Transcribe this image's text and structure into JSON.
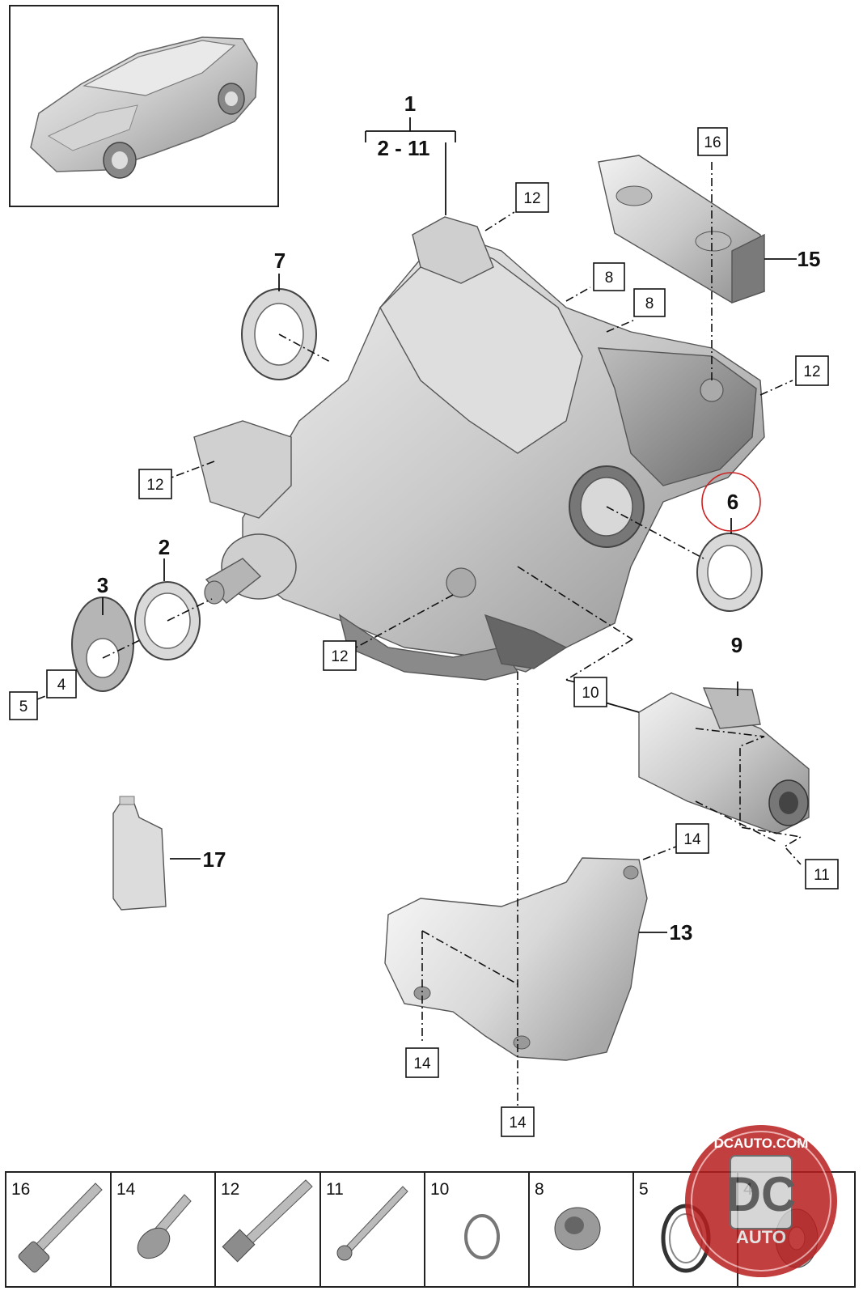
{
  "diagram": {
    "assembly": {
      "number": "1",
      "range": "2 - 11"
    },
    "plain_labels": [
      {
        "id": "lbl-2",
        "text": "2"
      },
      {
        "id": "lbl-3",
        "text": "3"
      },
      {
        "id": "lbl-6",
        "text": "6"
      },
      {
        "id": "lbl-7",
        "text": "7"
      },
      {
        "id": "lbl-9",
        "text": "9"
      },
      {
        "id": "lbl-13",
        "text": "13"
      },
      {
        "id": "lbl-15",
        "text": "15"
      },
      {
        "id": "lbl-17",
        "text": "17"
      }
    ],
    "boxed_labels": [
      {
        "id": "box-16",
        "text": "16"
      },
      {
        "id": "box-12a",
        "text": "12"
      },
      {
        "id": "box-8a",
        "text": "8"
      },
      {
        "id": "box-8b",
        "text": "8"
      },
      {
        "id": "box-12b",
        "text": "12"
      },
      {
        "id": "box-12c",
        "text": "12"
      },
      {
        "id": "box-12d",
        "text": "12"
      },
      {
        "id": "box-4",
        "text": "4"
      },
      {
        "id": "box-5",
        "text": "5"
      },
      {
        "id": "box-10",
        "text": "10"
      },
      {
        "id": "box-11",
        "text": "11"
      },
      {
        "id": "box-14a",
        "text": "14"
      },
      {
        "id": "box-14b",
        "text": "14"
      },
      {
        "id": "box-14c",
        "text": "14"
      }
    ],
    "highlight_color": "#cc2222"
  },
  "parts_strip": {
    "cells": [
      {
        "number": "16",
        "part": "bolt-long"
      },
      {
        "number": "14",
        "part": "bolt-short-flange"
      },
      {
        "number": "12",
        "part": "bolt-hex-long"
      },
      {
        "number": "11",
        "part": "screw-thin"
      },
      {
        "number": "10",
        "part": "o-ring"
      },
      {
        "number": "8",
        "part": "plug"
      },
      {
        "number": "5",
        "part": "seal-ring"
      },
      {
        "number": "4",
        "part": "washer"
      }
    ]
  },
  "watermark": {
    "site": "DCAUTO.COM",
    "letters": "DC",
    "word": "AUTO",
    "color": "#b81e1e"
  }
}
